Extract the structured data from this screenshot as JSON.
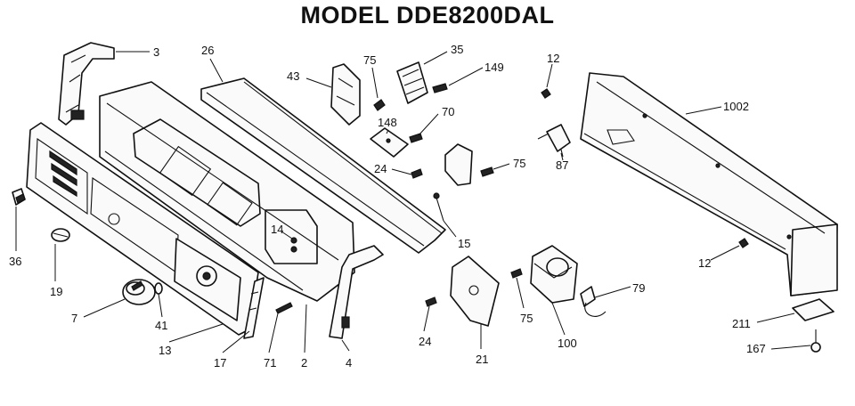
{
  "title": "MODEL DDE8200DAL",
  "parts": [
    {
      "id": "p3",
      "label": "3"
    },
    {
      "id": "p26",
      "label": "26"
    },
    {
      "id": "p43",
      "label": "43"
    },
    {
      "id": "p75a",
      "label": "75"
    },
    {
      "id": "p35",
      "label": "35"
    },
    {
      "id": "p149",
      "label": "149"
    },
    {
      "id": "p12a",
      "label": "12"
    },
    {
      "id": "p1002",
      "label": "1002"
    },
    {
      "id": "p148",
      "label": "148"
    },
    {
      "id": "p70",
      "label": "70"
    },
    {
      "id": "p24a",
      "label": "24"
    },
    {
      "id": "p75b",
      "label": "75"
    },
    {
      "id": "p87",
      "label": "87"
    },
    {
      "id": "p36",
      "label": "36"
    },
    {
      "id": "p14",
      "label": "14"
    },
    {
      "id": "p15",
      "label": "15"
    },
    {
      "id": "p12b",
      "label": "12"
    },
    {
      "id": "p19",
      "label": "19"
    },
    {
      "id": "p79",
      "label": "79"
    },
    {
      "id": "p7",
      "label": "7"
    },
    {
      "id": "p41",
      "label": "41"
    },
    {
      "id": "p75c",
      "label": "75"
    },
    {
      "id": "p211",
      "label": "211"
    },
    {
      "id": "p13",
      "label": "13"
    },
    {
      "id": "p100",
      "label": "100"
    },
    {
      "id": "p24b",
      "label": "24"
    },
    {
      "id": "p167",
      "label": "167"
    },
    {
      "id": "p17",
      "label": "17"
    },
    {
      "id": "p71",
      "label": "71"
    },
    {
      "id": "p2",
      "label": "2"
    },
    {
      "id": "p4",
      "label": "4"
    },
    {
      "id": "p21",
      "label": "21"
    }
  ]
}
